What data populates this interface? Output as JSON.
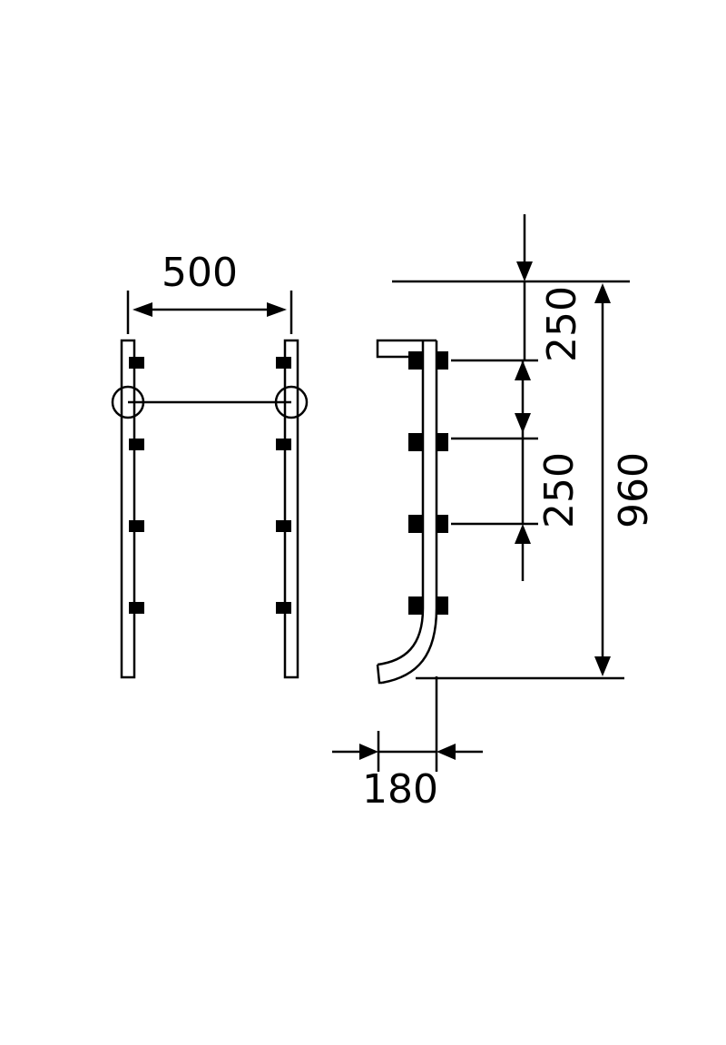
{
  "diagram": {
    "type": "technical-drawing",
    "subject": "pool ladder",
    "colors": {
      "line": "#000000",
      "background": "#ffffff"
    }
  },
  "front_view": {
    "width_label": "500"
  },
  "side_view": {
    "top_offset_label": "250",
    "step_spacing_label": "250",
    "total_height_label": "960",
    "depth_label": "180"
  }
}
